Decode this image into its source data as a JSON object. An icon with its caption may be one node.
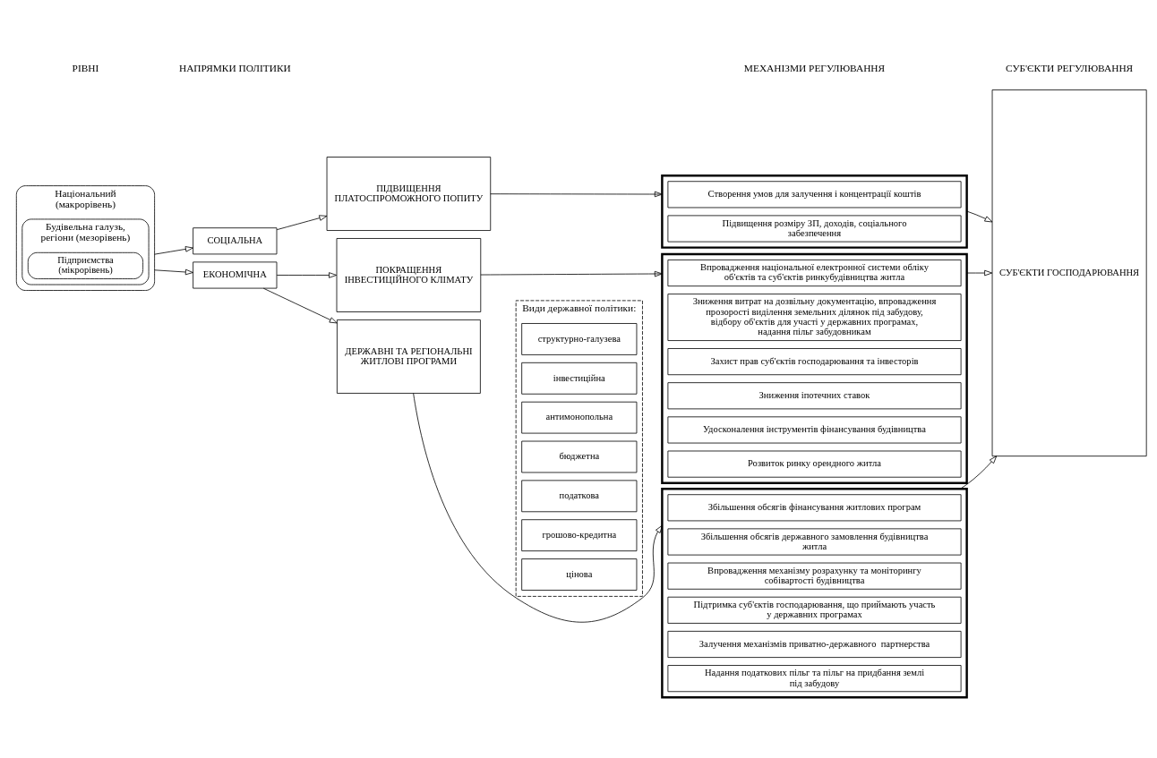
{
  "diagram": {
    "nodes": [
      {
        "text": [
          "Національний (макрорівень)"
        ]
      },
      {
        "text": [
          "Будівельна галузь, регіони (мезорівень)"
        ],
        "in": 0
      },
      {
        "text": [
          "Підприємства (мікрорівень)"
        ],
        "in": 1
      },
      {
        "text": [
          "ЕКОНОМІЧНА"
        ]
      },
      {
        "text": [
          "СОЦІАЛЬНА"
        ]
      },
      {
        "text": [
          "ДЕРЖАВНІ ТА РЕГІОНАЛЬНІ ЖИТЛОВІ ПРОГРАМИ"
        ]
      },
      {
        "text": [
          "ПОКРАЩЕННЯ ІНВЕСТИЦІЙНОГО КЛІМАТУ"
        ]
      },
      {
        "text": [
          "ПІДВИЩЕННЯ ПЛАТОСПРОМОЖНОГО ПОПИТУ"
        ]
      },
      {
        "text": [
          "Види державної політики:"
        ]
      },
      {
        "text": [
          "структурно-галузева"
        ],
        "in": 8
      },
      {
        "text": [
          "інвестиційна"
        ],
        "in": 8
      },
      {
        "text": [
          "антимонопольна"
        ],
        "in": 8
      },
      {
        "text": [
          "бюджетна"
        ],
        "in": 8
      },
      {
        "text": [
          "податкова"
        ],
        "in": 8
      },
      {
        "text": [
          "грошово-кредитна"
        ],
        "in": 8
      },
      {
        "text": [
          "цінова"
        ],
        "in": 8
      },
      {
        "text": [],
        "shape": "box"
      },
      {
        "text": [
          "Збільшення обсягів фінансування житлових програм"
        ],
        "in": 16
      },
      {
        "text": [
          "Збільшення обсягів державного замовлення будівництва житла"
        ],
        "in": 16
      },
      {
        "text": [
          "Впровадження механізму розрахунку та моніторингу собівартості будівництва"
        ],
        "in": 16
      },
      {
        "text": [
          "Підтримка суб'єктів господарювання, що приймають участь у державних програмах"
        ],
        "in": 16
      },
      {
        "text": [
          "Залучення механізмів приватно-державного  партнерства"
        ],
        "in": 16
      },
      {
        "text": [
          "Надання податкових пільг та пільг на придбання землі під забудову"
        ],
        "in": 16
      },
      {
        "text": [],
        "shape": "box"
      },
      {
        "text": [
          "Впровадження національної електронної системи обліку об'єктів та суб'єктів ринкубудівництва житла"
        ],
        "in": 23
      },
      {
        "text": [
          "Зниження витрат на дозвільну документацію, впровадження прозорості виділення земельних ділянок під забудову, відбору об'єктів для участі у державних програмах, надання пільг забудовникам"
        ],
        "in": 23
      },
      {
        "text": [
          "Захист прав суб'єктів господарювання та інвесторів"
        ],
        "in": 23
      },
      {
        "text": [
          "Зниження іпотечних ставок"
        ],
        "in": 23
      },
      {
        "text": [
          "Удосконалення інструментів фінансування будівництва"
        ],
        "in": 23
      },
      {
        "text": [
          "Розвиток ринку орендного житла"
        ],
        "in": 23
      },
      {
        "text": [],
        "shape": "box"
      },
      {
        "text": [
          "Створення умов для залучення і концентрації коштів"
        ],
        "in": 30
      },
      {
        "text": [
          "Підвищення розміру ЗП, доходів, соціального забезпечення"
        ],
        "in": 30
      },
      {
        "text": [
          "СУБ'ЄКТИ ГОСПОДАРЮВАННЯ"
        ]
      }
    ],
    "edges": [
      {
        "from": 0,
        "to": 3,
        "arrow": "to"
      },
      {
        "from": 0,
        "to": 4,
        "arrow": "to"
      },
      {
        "from": 3,
        "to": 5,
        "arrow": "to"
      },
      {
        "from": 3,
        "to": 6,
        "arrow": "to"
      },
      {
        "from": 4,
        "to": 7,
        "arrow": "to"
      },
      {
        "from": 5,
        "to": 16,
        "arrow": "to"
      },
      {
        "from": 6,
        "to": 23,
        "arrow": "to"
      },
      {
        "from": 7,
        "to": 30,
        "arrow": "to"
      },
      {
        "from": 16,
        "to": 33,
        "arrow": "to"
      },
      {
        "from": 23,
        "to": 33,
        "arrow": "to"
      },
      {
        "from": 30,
        "to": 33,
        "arrow": "to"
      }
    ],
    "labels": [
      "РІВНІ",
      "НАПРЯМКИ ПОЛІТИКИ",
      "МЕХАНІЗМИ РЕГУЛЮВАННЯ",
      "СУБ'ЄКТИ РЕГУЛЮВАННЯ"
    ]
  }
}
